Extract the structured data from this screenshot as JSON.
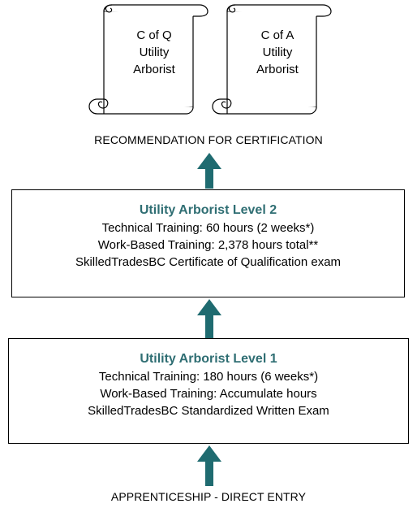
{
  "certificates": [
    {
      "lines": [
        "C of Q",
        "Utility",
        "Arborist"
      ]
    },
    {
      "lines": [
        "C of A",
        "Utility",
        "Arborist"
      ]
    }
  ],
  "recommendation_label": "RECOMMENDATION FOR CERTIFICATION",
  "levels": [
    {
      "title": "Utility Arborist Level 2",
      "lines": [
        "Technical Training:  60 hours (2 weeks*)",
        "Work-Based Training: 2,378 hours total**",
        "SkilledTradesBC Certificate of Qualification exam"
      ]
    },
    {
      "title": "Utility Arborist Level 1",
      "lines": [
        "Technical Training:  180 hours (6 weeks*)",
        "Work-Based Training: Accumulate hours",
        "SkilledTradesBC Standardized Written Exam"
      ]
    }
  ],
  "entry_label": "APPRENTICESHIP - DIRECT ENTRY",
  "colors": {
    "accent": "#2f6e73",
    "arrow": "#1f6b70",
    "border": "#000000"
  }
}
